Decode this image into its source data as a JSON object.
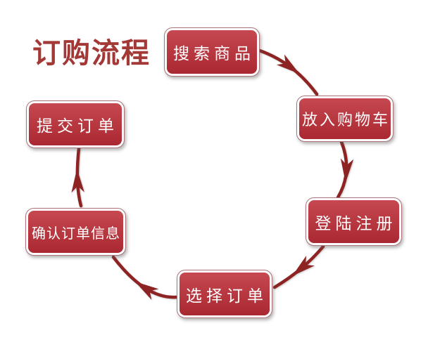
{
  "title": "订购流程",
  "steps": [
    {
      "label": "搜索商品"
    },
    {
      "label": "放入购物车"
    },
    {
      "label": "登陆注册"
    },
    {
      "label": "选择订单"
    },
    {
      "label": "确认订单信息"
    },
    {
      "label": "提交订单"
    }
  ],
  "connections": [
    {
      "from": "搜索商品",
      "to": "放入购物车"
    },
    {
      "from": "放入购物车",
      "to": "登陆注册"
    },
    {
      "from": "登陆注册",
      "to": "选择订单"
    },
    {
      "from": "选择订单",
      "to": "确认订单信息"
    },
    {
      "from": "确认订单信息",
      "to": "提交订单"
    }
  ],
  "colors": {
    "background": "#ffffff",
    "title_text": "#a23936",
    "box_gradient_top": "#c64850",
    "box_gradient_bottom": "#aa2831",
    "box_outline": "#aa747a",
    "box_text": "#ffffff",
    "arrow": "#8d2322"
  }
}
